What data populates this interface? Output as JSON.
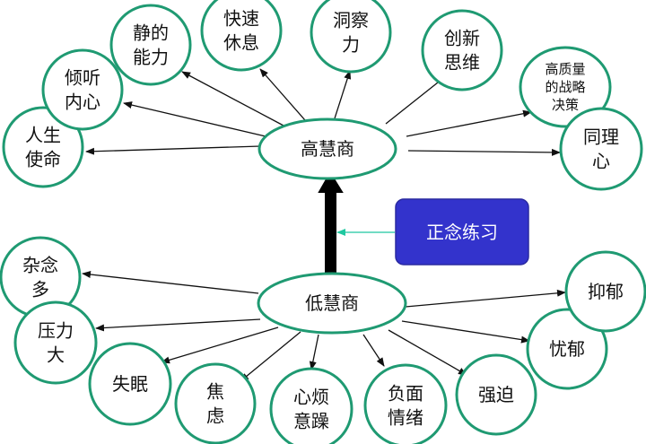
{
  "high": {
    "center": "高慧商",
    "nodes": [
      {
        "id": "rensheng",
        "lines": [
          "人生",
          "使命"
        ]
      },
      {
        "id": "qingting",
        "lines": [
          "倾听",
          "内心"
        ]
      },
      {
        "id": "jingde",
        "lines": [
          "静的",
          "能力"
        ]
      },
      {
        "id": "kuaisu",
        "lines": [
          "快速",
          "休息"
        ]
      },
      {
        "id": "dongcha",
        "lines": [
          "洞察",
          "力"
        ]
      },
      {
        "id": "chuangxin",
        "lines": [
          "创新",
          "思维"
        ]
      },
      {
        "id": "gaozhiliang",
        "lines": [
          "高质量",
          "的战略",
          "决策"
        ]
      },
      {
        "id": "tongli",
        "lines": [
          "同理",
          "心"
        ]
      }
    ]
  },
  "practice": {
    "label": "正念练习",
    "color": "#3333cc",
    "arrow_color": "#1fc8a0"
  },
  "low": {
    "center": "低慧商",
    "nodes": [
      {
        "id": "zanian",
        "lines": [
          "杂念",
          "多"
        ]
      },
      {
        "id": "yali",
        "lines": [
          "压力",
          "大"
        ]
      },
      {
        "id": "shimian",
        "lines": [
          "失眠"
        ]
      },
      {
        "id": "jiaolv",
        "lines": [
          "焦",
          "虑"
        ]
      },
      {
        "id": "xinfan",
        "lines": [
          "心烦",
          "意躁"
        ]
      },
      {
        "id": "fumian",
        "lines": [
          "负面",
          "情绪"
        ]
      },
      {
        "id": "qiangpo",
        "lines": [
          "强迫"
        ]
      },
      {
        "id": "youyu",
        "lines": [
          "忧郁"
        ]
      },
      {
        "id": "yiyu",
        "lines": [
          "抑郁"
        ]
      }
    ]
  },
  "colors": {
    "node_stroke": "#1f9a72",
    "edge": "#111111"
  }
}
